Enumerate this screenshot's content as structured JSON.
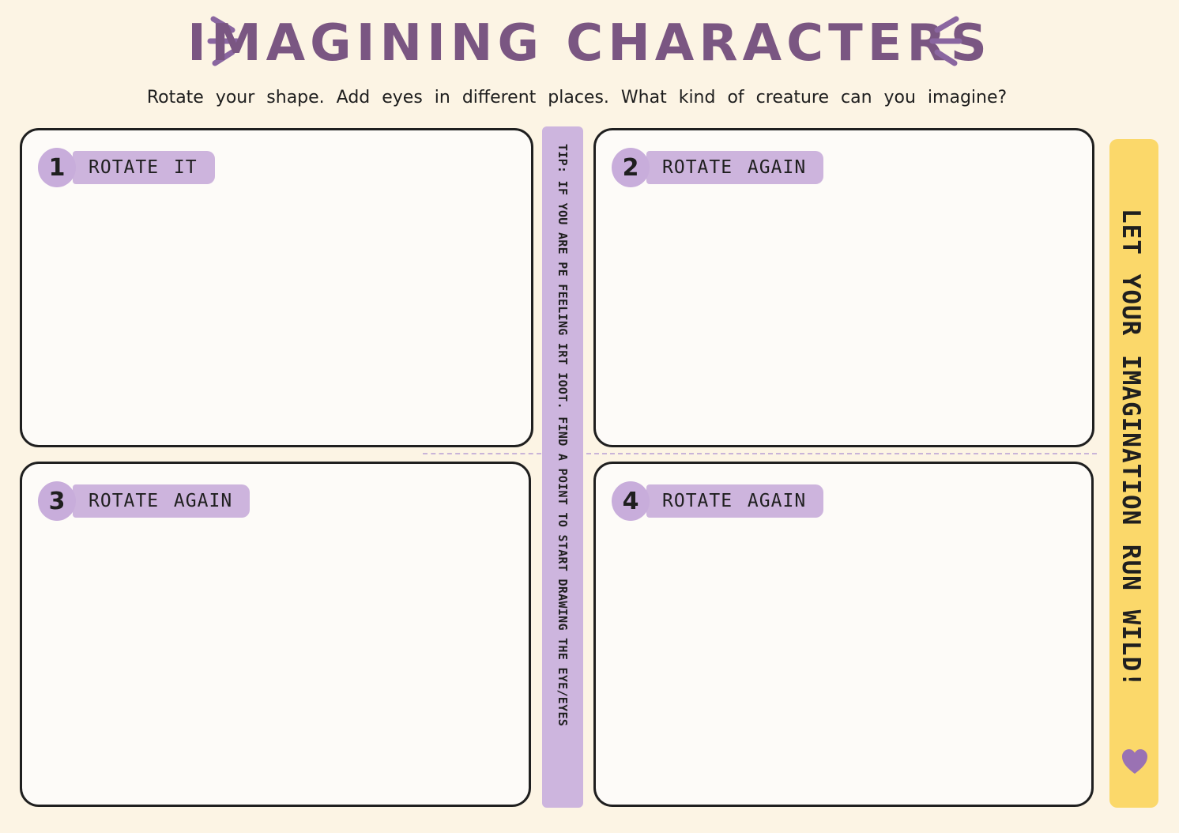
{
  "header": {
    "title": "IMAGINING CHARACTERS",
    "subtitle": "Rotate your shape. Add eyes in different places. What kind of creature can you imagine?"
  },
  "panels": [
    {
      "number": "1",
      "label": "ROTATE IT"
    },
    {
      "number": "2",
      "label": "ROTATE AGAIN"
    },
    {
      "number": "3",
      "label": "ROTATE AGAIN"
    },
    {
      "number": "4",
      "label": "ROTATE AGAIN"
    }
  ],
  "tip": {
    "text": "TIP: IF YOU ARE PE FEELING IRT IOOT. FIND A POINT TO START DRAWING THE EYE/EYES"
  },
  "side_banner": {
    "text": "LET YOUR IMAGINATION RUN WILD!",
    "icon": "heart-icon"
  },
  "colors": {
    "background": "#fcf4e4",
    "title": "#7a5682",
    "label_purple": "#cdb4dd",
    "banner_yellow": "#fbd86a",
    "heart": "#9a72b3"
  }
}
